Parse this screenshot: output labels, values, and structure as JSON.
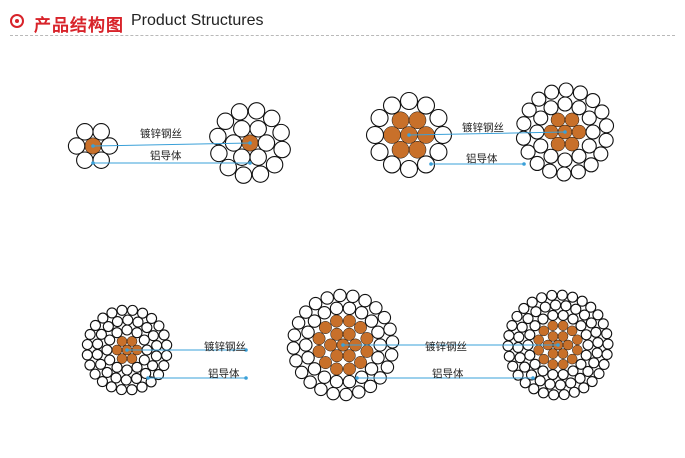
{
  "header": {
    "title_cn": "产品结构图",
    "title_en": "Product Structures"
  },
  "labels": {
    "steel": "镀锌钢丝",
    "aluminum": "铝导体"
  },
  "colors": {
    "accent": "#d8232a",
    "steel_core": "#c8702a",
    "leader_line": "#3aa0d8",
    "dashed_rule": "#b9b9b9"
  }
}
